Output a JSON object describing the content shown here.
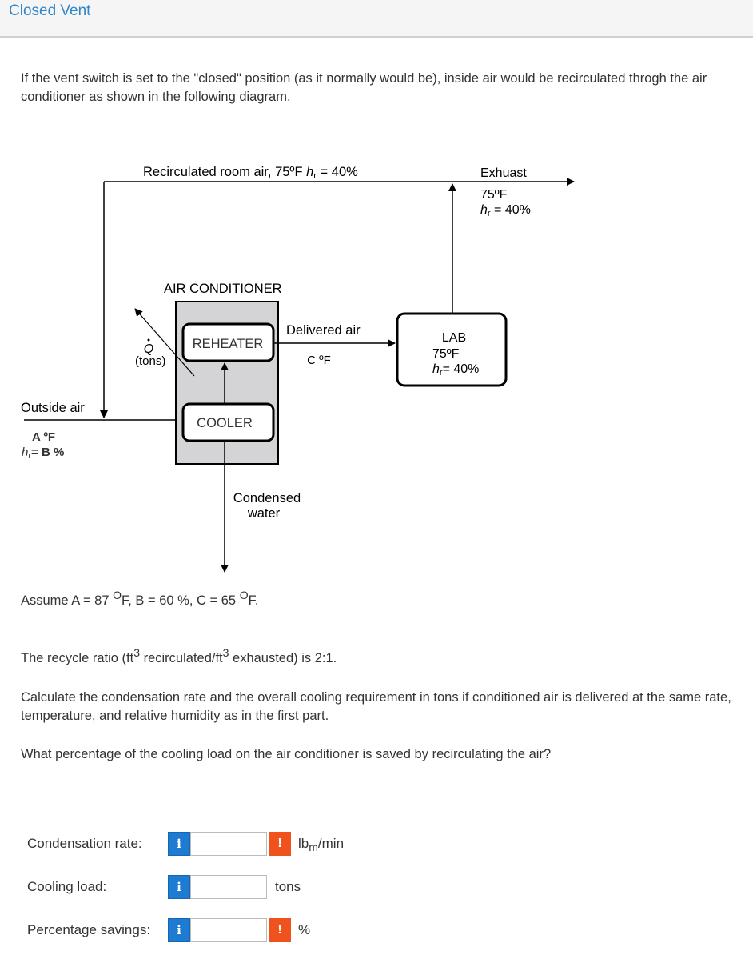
{
  "header": {
    "title": "Closed Vent"
  },
  "intro": "If the vent switch is set to the \"closed\" position (as it normally would be), inside air would be recirculated throgh the air conditioner as shown in the following diagram.",
  "diagram": {
    "recirc_label_prefix": "Recirculated room air, 75ºF ",
    "recirc_h": "h",
    "recirc_r": "r",
    "recirc_value": " = 40%",
    "exhaust_label": "Exhuast",
    "exhaust_temp": "75ºF",
    "exhaust_h": "h",
    "exhaust_r": "r",
    "exhaust_value": " = 40%",
    "ac_label": "AIR CONDITIONER",
    "reheater_label": "REHEATER",
    "cooler_label": "COOLER",
    "q_symbol": "Q",
    "q_unit": "(tons)",
    "delivered_label": "Delivered air",
    "delivered_temp": "C ºF",
    "lab_label": "LAB",
    "lab_temp": "75ºF",
    "lab_h": "h",
    "lab_r": "r",
    "lab_value": "= 40%",
    "outside_label": "Outside air",
    "outside_temp": "A  ºF",
    "outside_h": "h",
    "outside_r": "r",
    "outside_value": "=   B  %",
    "condensed_line1": "Condensed",
    "condensed_line2": "water"
  },
  "assume": {
    "prefix": "Assume A = 87 ",
    "deg1": "O",
    "mid": "F, B = 60 %, C = 65 ",
    "deg2": "O",
    "suffix": "F."
  },
  "recycle": {
    "p1": "The recycle ratio (ft",
    "sup1": "3",
    "p2": " recirculated/ft",
    "sup2": "3",
    "p3": " exhausted) is 2:1."
  },
  "calc": "Calculate the condensation rate and the overall cooling requirement in tons if conditioned air is delivered at the same rate, temperature, and relative humidity as in the first part.",
  "question": "What percentage of the cooling load on the air conditioner is saved by recirculating the air?",
  "answers": [
    {
      "label": "Condensation rate:",
      "info": "i",
      "value": "",
      "warning": "!",
      "unit_main": "lb",
      "unit_sub": "m",
      "unit_rest": "/min"
    },
    {
      "label": "Cooling load:",
      "info": "i",
      "value": "",
      "unit_main": "tons"
    },
    {
      "label": "Percentage savings:",
      "info": "i",
      "value": "",
      "warning": "!",
      "unit_main": "%"
    }
  ],
  "colors": {
    "link": "#2e86c8",
    "info": "#1d7bd2",
    "warning": "#f0521e",
    "ac_fill": "#d4d4d6"
  }
}
